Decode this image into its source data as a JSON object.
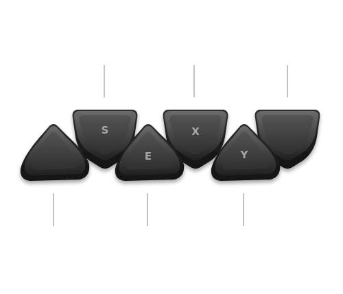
{
  "image": {
    "subject": "product-photo",
    "background_color": "#ffffff"
  },
  "keycaps": [
    {
      "id": "keycap-1",
      "shape": "triangle-up",
      "letter": ""
    },
    {
      "id": "keycap-2",
      "shape": "triangle-down",
      "letter": "S"
    },
    {
      "id": "keycap-3",
      "shape": "triangle-up",
      "letter": "E"
    },
    {
      "id": "keycap-4",
      "shape": "triangle-down",
      "letter": "X"
    },
    {
      "id": "keycap-5",
      "shape": "triangle-up",
      "letter": "Y"
    },
    {
      "id": "keycap-6",
      "shape": "triangle-down",
      "letter": ""
    }
  ],
  "colors": {
    "cap_dark": "#1c1c1c",
    "cap_mid": "#3a3a3a",
    "cap_top": "#4c4c4c",
    "letter": "#a7a7a7",
    "leader_line": "#9a9a9a"
  }
}
